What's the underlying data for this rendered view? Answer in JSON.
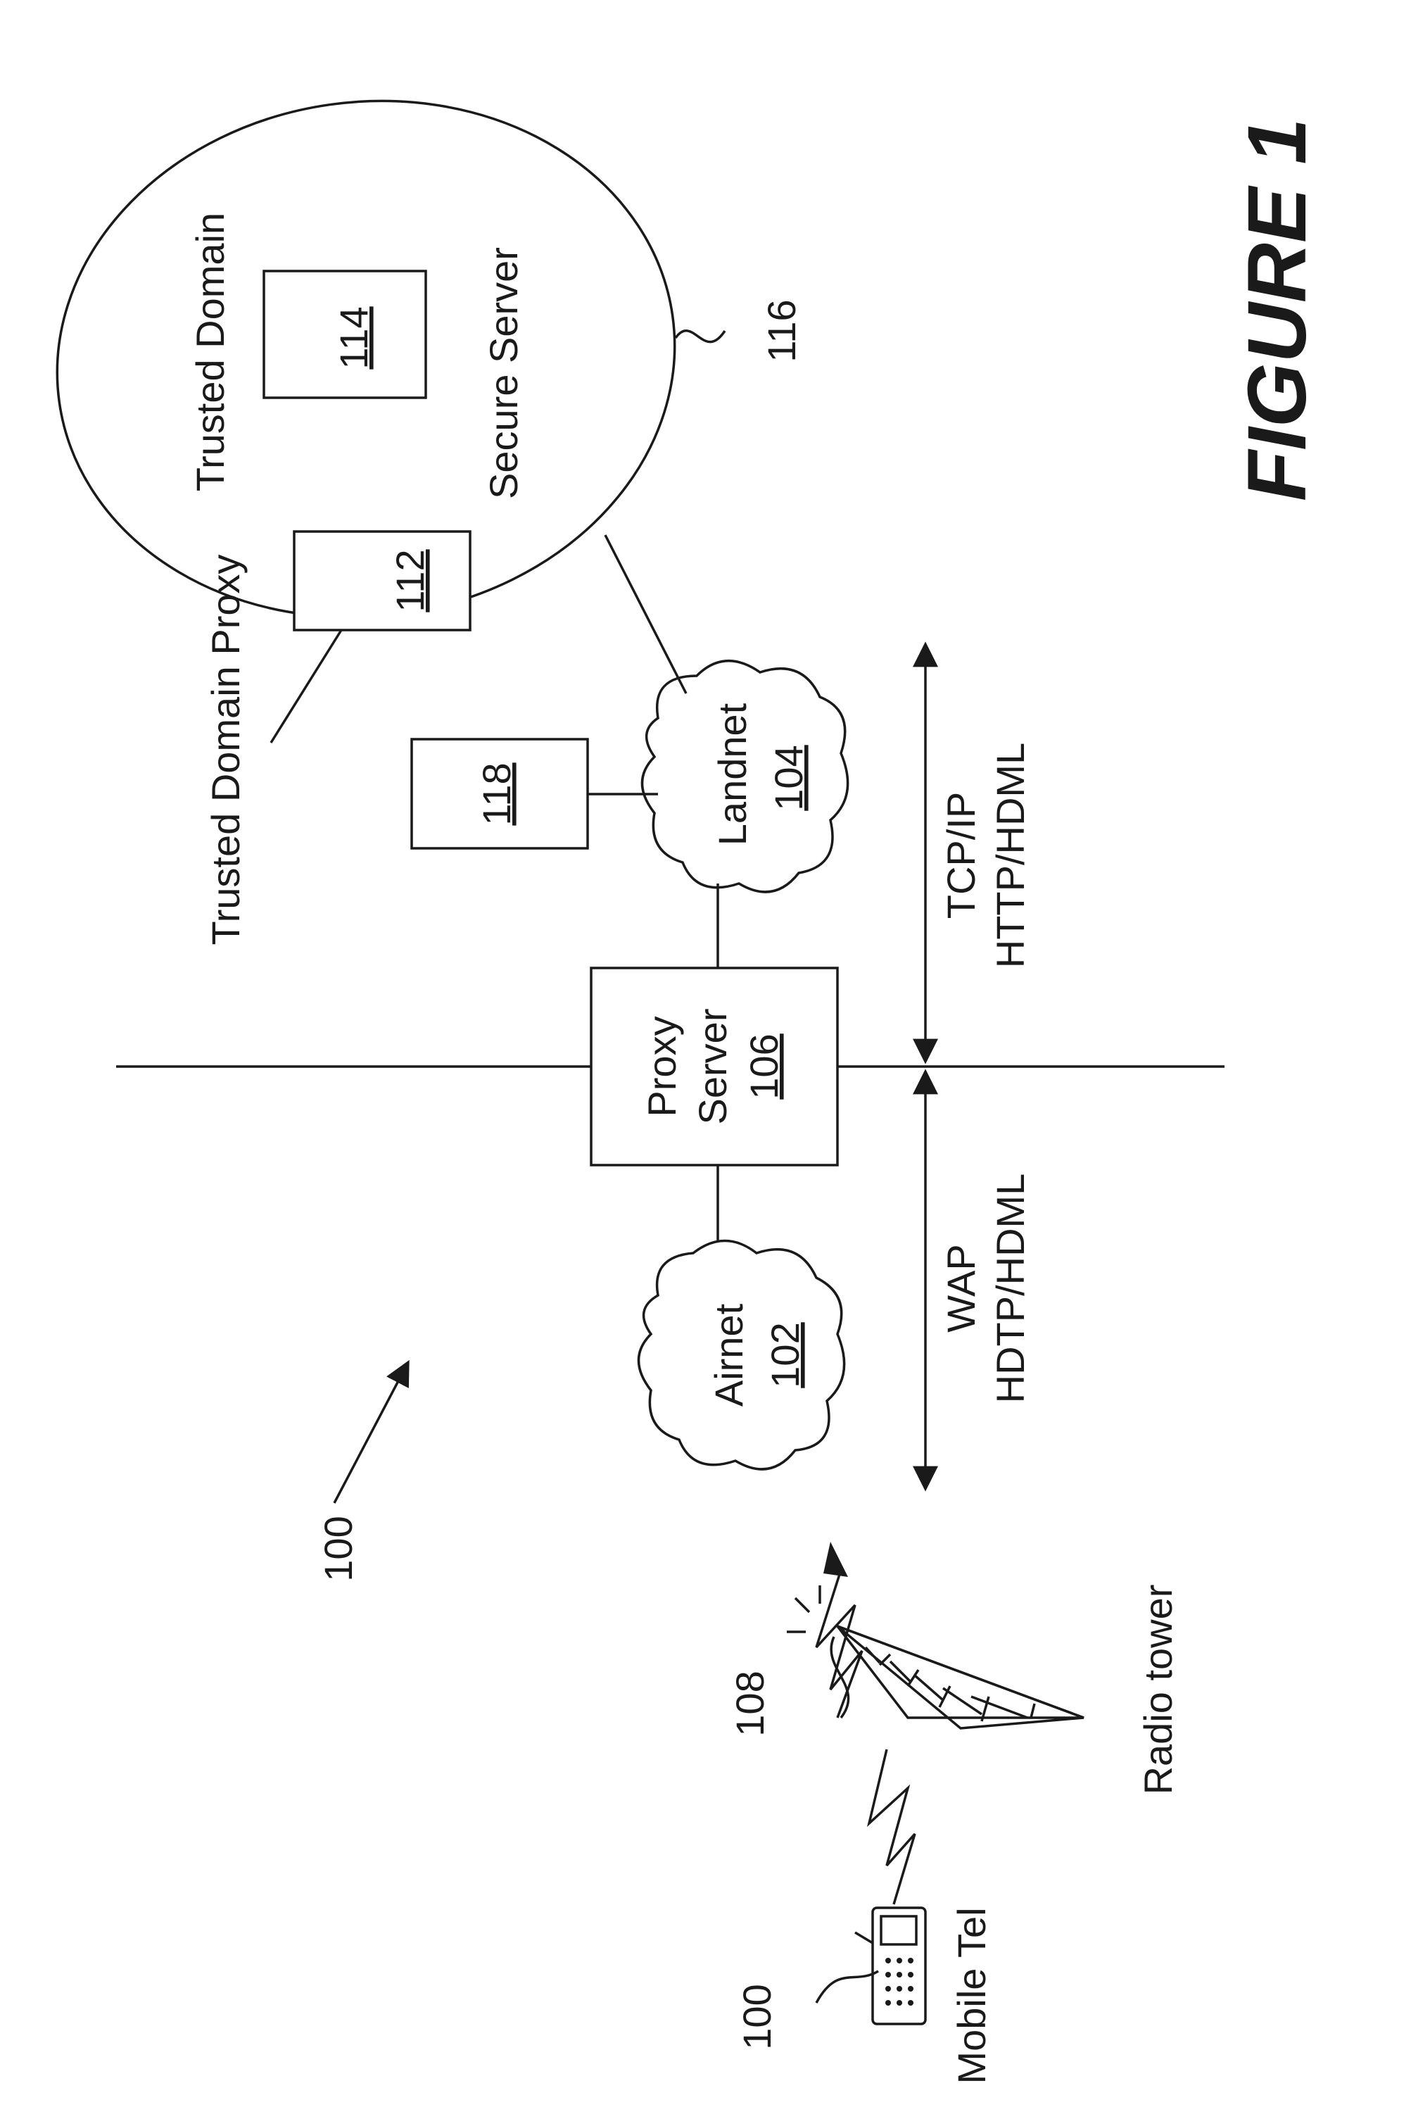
{
  "figure_label": "FIGURE 1",
  "system_ref": "100",
  "nodes": {
    "mobile": {
      "label": "Mobile Tel",
      "ref": "100"
    },
    "tower": {
      "label": "Radio tower",
      "ref": "108"
    },
    "airnet": {
      "label": "Airnet",
      "ref": "102"
    },
    "proxy": {
      "label_line1": "Proxy",
      "label_line2": "Server",
      "ref": "106"
    },
    "landnet": {
      "label": "Landnet",
      "ref": "104"
    },
    "server118": {
      "ref": "118"
    },
    "trusted_proxy": {
      "label": "Trusted Domain Proxy",
      "ref": "112"
    },
    "secure_server": {
      "label": "Secure Server",
      "ref": "114"
    },
    "trusted_domain": {
      "label": "Trusted Domain",
      "ref": "116"
    }
  },
  "protocols": {
    "left": {
      "line1": "WAP",
      "line2": "HDTP/HDML"
    },
    "right": {
      "line1": "TCP/IP",
      "line2": "HTTP/HDML"
    }
  },
  "colors": {
    "ink": "#1a1a1a",
    "paper": "#ffffff"
  }
}
